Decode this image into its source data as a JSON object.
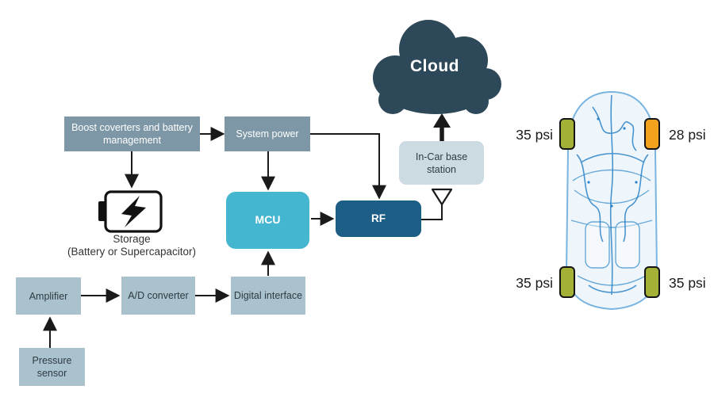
{
  "title": "Tire pressure monitoring system diagram",
  "colors": {
    "box_dark": "#7d97a6",
    "box_light": "#a9c2cd",
    "mcu": "#45b6d0",
    "rf": "#1c5e86",
    "base_station": "#ccdbe2",
    "cloud": "#2d4859",
    "tire_ok": "#a3b237",
    "tire_low": "#f2a21c",
    "connector": "#1a1a1a",
    "car_outline": "#7ab4df",
    "car_wiring": "#2d83c8"
  },
  "blocks": {
    "boost": "Boost coverters and battery management",
    "system_power": "System power",
    "mcu": "MCU",
    "rf": "RF",
    "base_station": "In-Car base station",
    "cloud": "Cloud",
    "amplifier": "Amplifier",
    "ad_converter": "A/D converter",
    "digital_interface": "Digital interface",
    "pressure_sensor": "Pressure sensor"
  },
  "storage": {
    "title": "Storage",
    "subtitle": "(Battery or Supercapacitor)"
  },
  "icons": {
    "storage": "battery-with-lightning-bolt",
    "antenna": "antenna",
    "cloud": "cloud-shape",
    "car": "car-top-xray-view"
  },
  "car": {
    "tires": [
      {
        "position": "front-left",
        "pressure": "35 psi",
        "status": "ok",
        "color": "#a3b237"
      },
      {
        "position": "front-right",
        "pressure": "28 psi",
        "status": "low",
        "color": "#f2a21c"
      },
      {
        "position": "rear-left",
        "pressure": "35 psi",
        "status": "ok",
        "color": "#a3b237"
      },
      {
        "position": "rear-right",
        "pressure": "35 psi",
        "status": "ok",
        "color": "#a3b237"
      }
    ]
  }
}
